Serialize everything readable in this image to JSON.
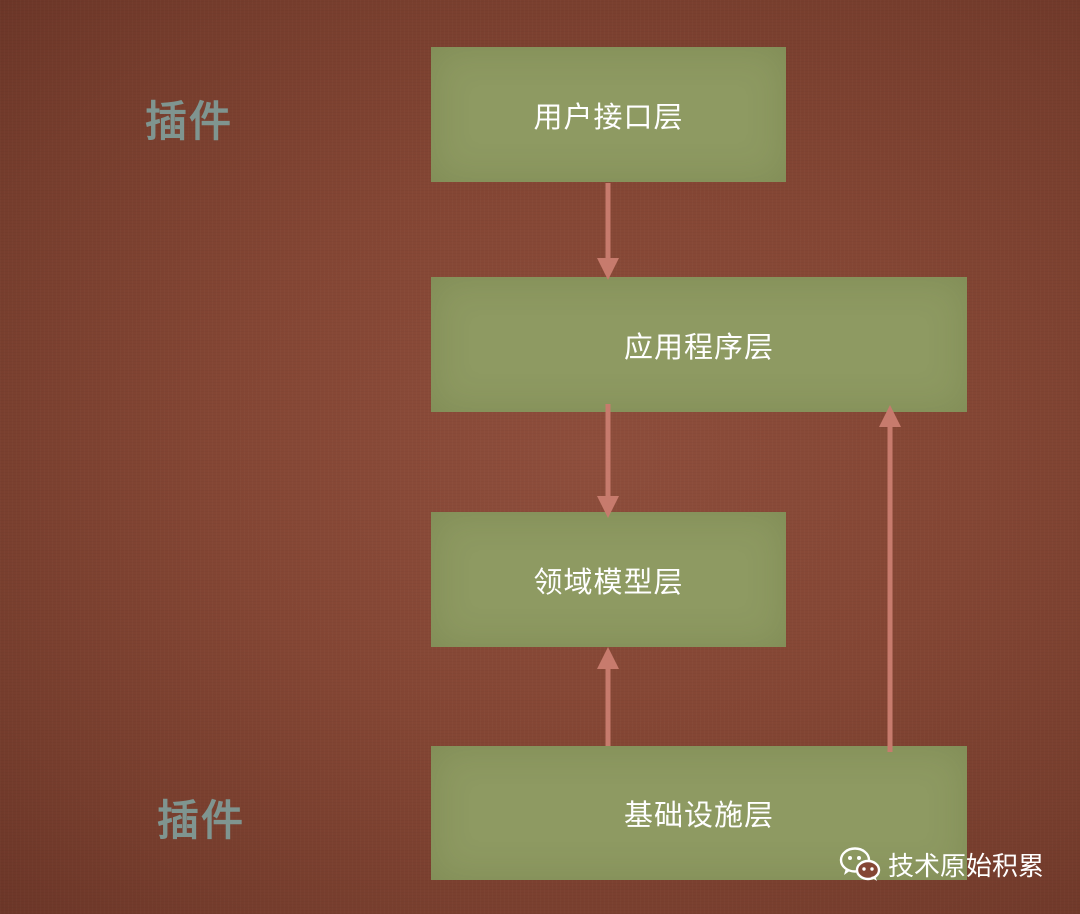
{
  "diagram": {
    "layers": [
      {
        "id": "user",
        "label": "用户接口层"
      },
      {
        "id": "app",
        "label": "应用程序层"
      },
      {
        "id": "domain",
        "label": "领域模型层"
      },
      {
        "id": "infra",
        "label": "基础设施层"
      }
    ],
    "side_labels": {
      "top": "插件",
      "bottom": "插件"
    },
    "edges": [
      {
        "from": "用户接口层",
        "to": "应用程序层"
      },
      {
        "from": "应用程序层",
        "to": "领域模型层"
      },
      {
        "from": "基础设施层",
        "to": "领域模型层"
      },
      {
        "from": "基础设施层",
        "to": "应用程序层"
      }
    ]
  },
  "watermark": {
    "text": "技术原始积累",
    "icon": "wechat-icon"
  },
  "colors": {
    "background": "#844634",
    "box": "#8e9a62",
    "arrow": "#c77b6d",
    "side_label": "#7f9590",
    "text": "#ffffff"
  }
}
